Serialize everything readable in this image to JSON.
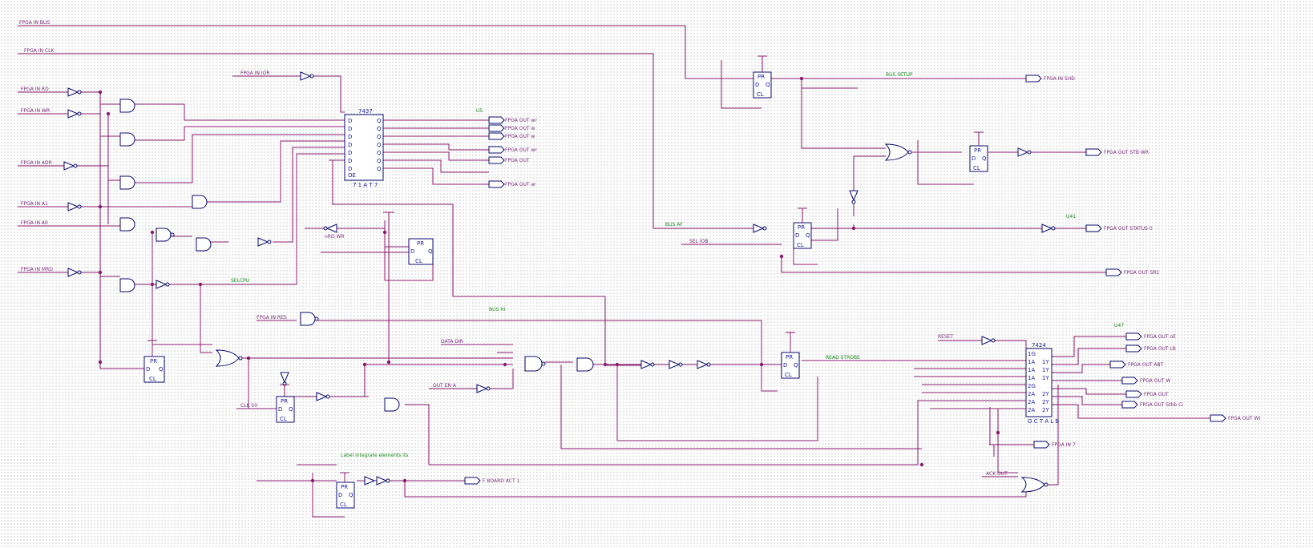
{
  "chips": {
    "u_7437": {
      "part": "7437",
      "sub": "7 1 A T 7"
    },
    "u_7424": {
      "part": "7424",
      "sub": "O C T A L B"
    }
  },
  "nets": {
    "bus_setup": "BUS SETUP",
    "bus_hi": "BUS HI",
    "bus_ack": "BUS AF",
    "read_strobe": "READ STROBE",
    "sel_cpu": "SELCPU",
    "u5": "U5",
    "u41": "U41",
    "u47": "U47",
    "label_note": "Label integrate elements its"
  },
  "ports": [
    "FPGA IN SHD",
    "FPGA OUT STB WR",
    "FPGA OUT STATUS 0",
    "FPGA OUT SR1",
    "FPGA OUT wr",
    "FPGA OUT w",
    "FPGA OUT w",
    "FPGA OUT wr",
    "FPGA OUT",
    "FPGA OUT ar",
    "FPGA OUT oE",
    "FPGA OUT LB",
    "FPGA OUT ABT",
    "FPGA OUT W",
    "FPGA OUT",
    "FPGA OUT Sthb Ci",
    "FPGA OUT WI",
    "FPGA IN 7",
    "F BOARD ACT 1"
  ],
  "sigs": {
    "s_top1": "FPGA IN BUS",
    "s_top2": "FPGA IN CLK",
    "s_l1": "FPGA IN RD",
    "s_l2": "FPGA IN WR",
    "s_l3": "FPGA IN ADR",
    "s_l4": "FPGA IN A1",
    "s_l5": "FPGA IN A0",
    "s_l6": "FPGA IN MRD",
    "s_l7": "FPGA IN IOR",
    "s_l8": "FPGA IN RES",
    "s_clk": "CLK 50",
    "s_data": "DATA DIR",
    "s_oe": "OUT EN A",
    "s_p1": "nRD WR",
    "s_p2": "SEL IOB",
    "s_reset": "RESET",
    "s_ack": "ACK OUT"
  }
}
